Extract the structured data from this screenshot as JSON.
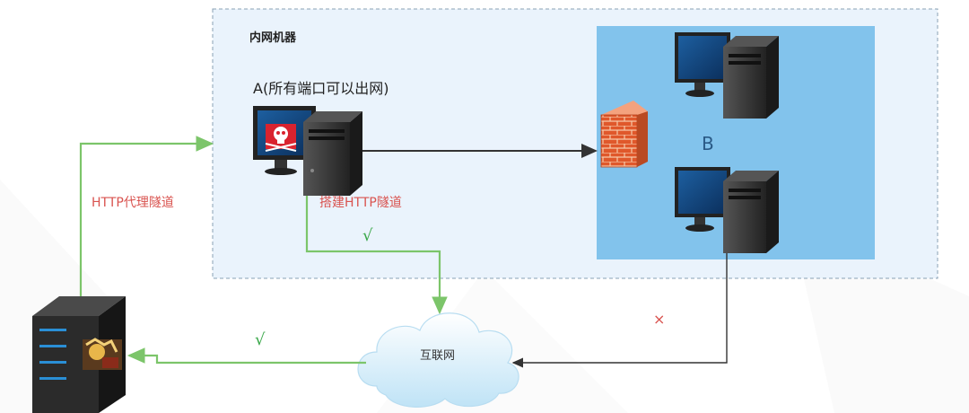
{
  "zone": {
    "title": "内网机器"
  },
  "machine_a": {
    "label": "A(所有端口可以出网)"
  },
  "machine_b": {
    "label": "B"
  },
  "cloud": {
    "label": "互联网"
  },
  "edges": {
    "tunnel_build": "搭建HTTP隧道",
    "proxy_tunnel": "HTTP代理隧道",
    "check_a": "√",
    "check_b": "√",
    "cross": "×"
  },
  "colors": {
    "green": "#7cc56a",
    "red": "#d9534f",
    "zone_fill": "#eaf3fc",
    "b_fill": "#82c3ec",
    "dark": "#333333"
  }
}
